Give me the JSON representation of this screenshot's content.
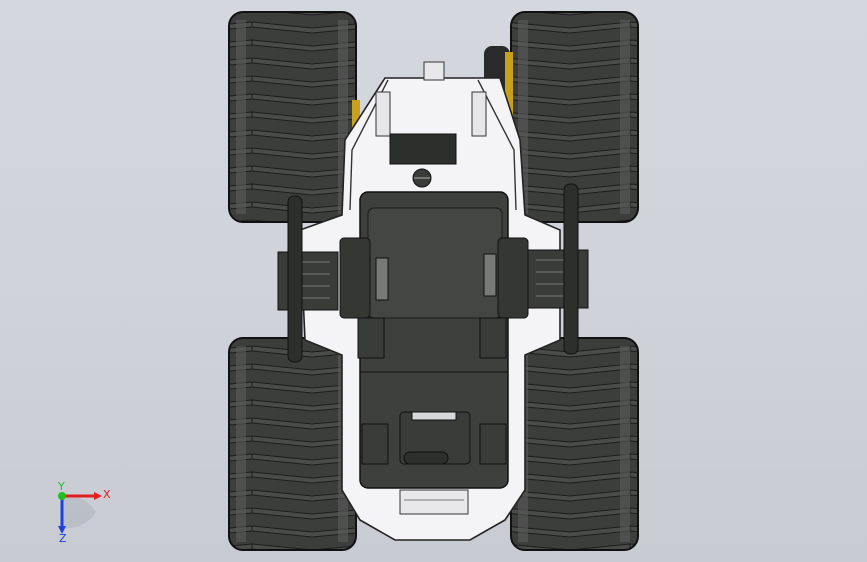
{
  "viewport": {
    "background": "#d2d6dc"
  },
  "model": {
    "part": "rc-monster-truck-chassis",
    "view": "top"
  },
  "triad": {
    "x_label": "X",
    "y_label": "Y",
    "z_label": "Z",
    "x_color": "#e02020",
    "y_color": "#20c020",
    "z_color": "#2040e0"
  }
}
